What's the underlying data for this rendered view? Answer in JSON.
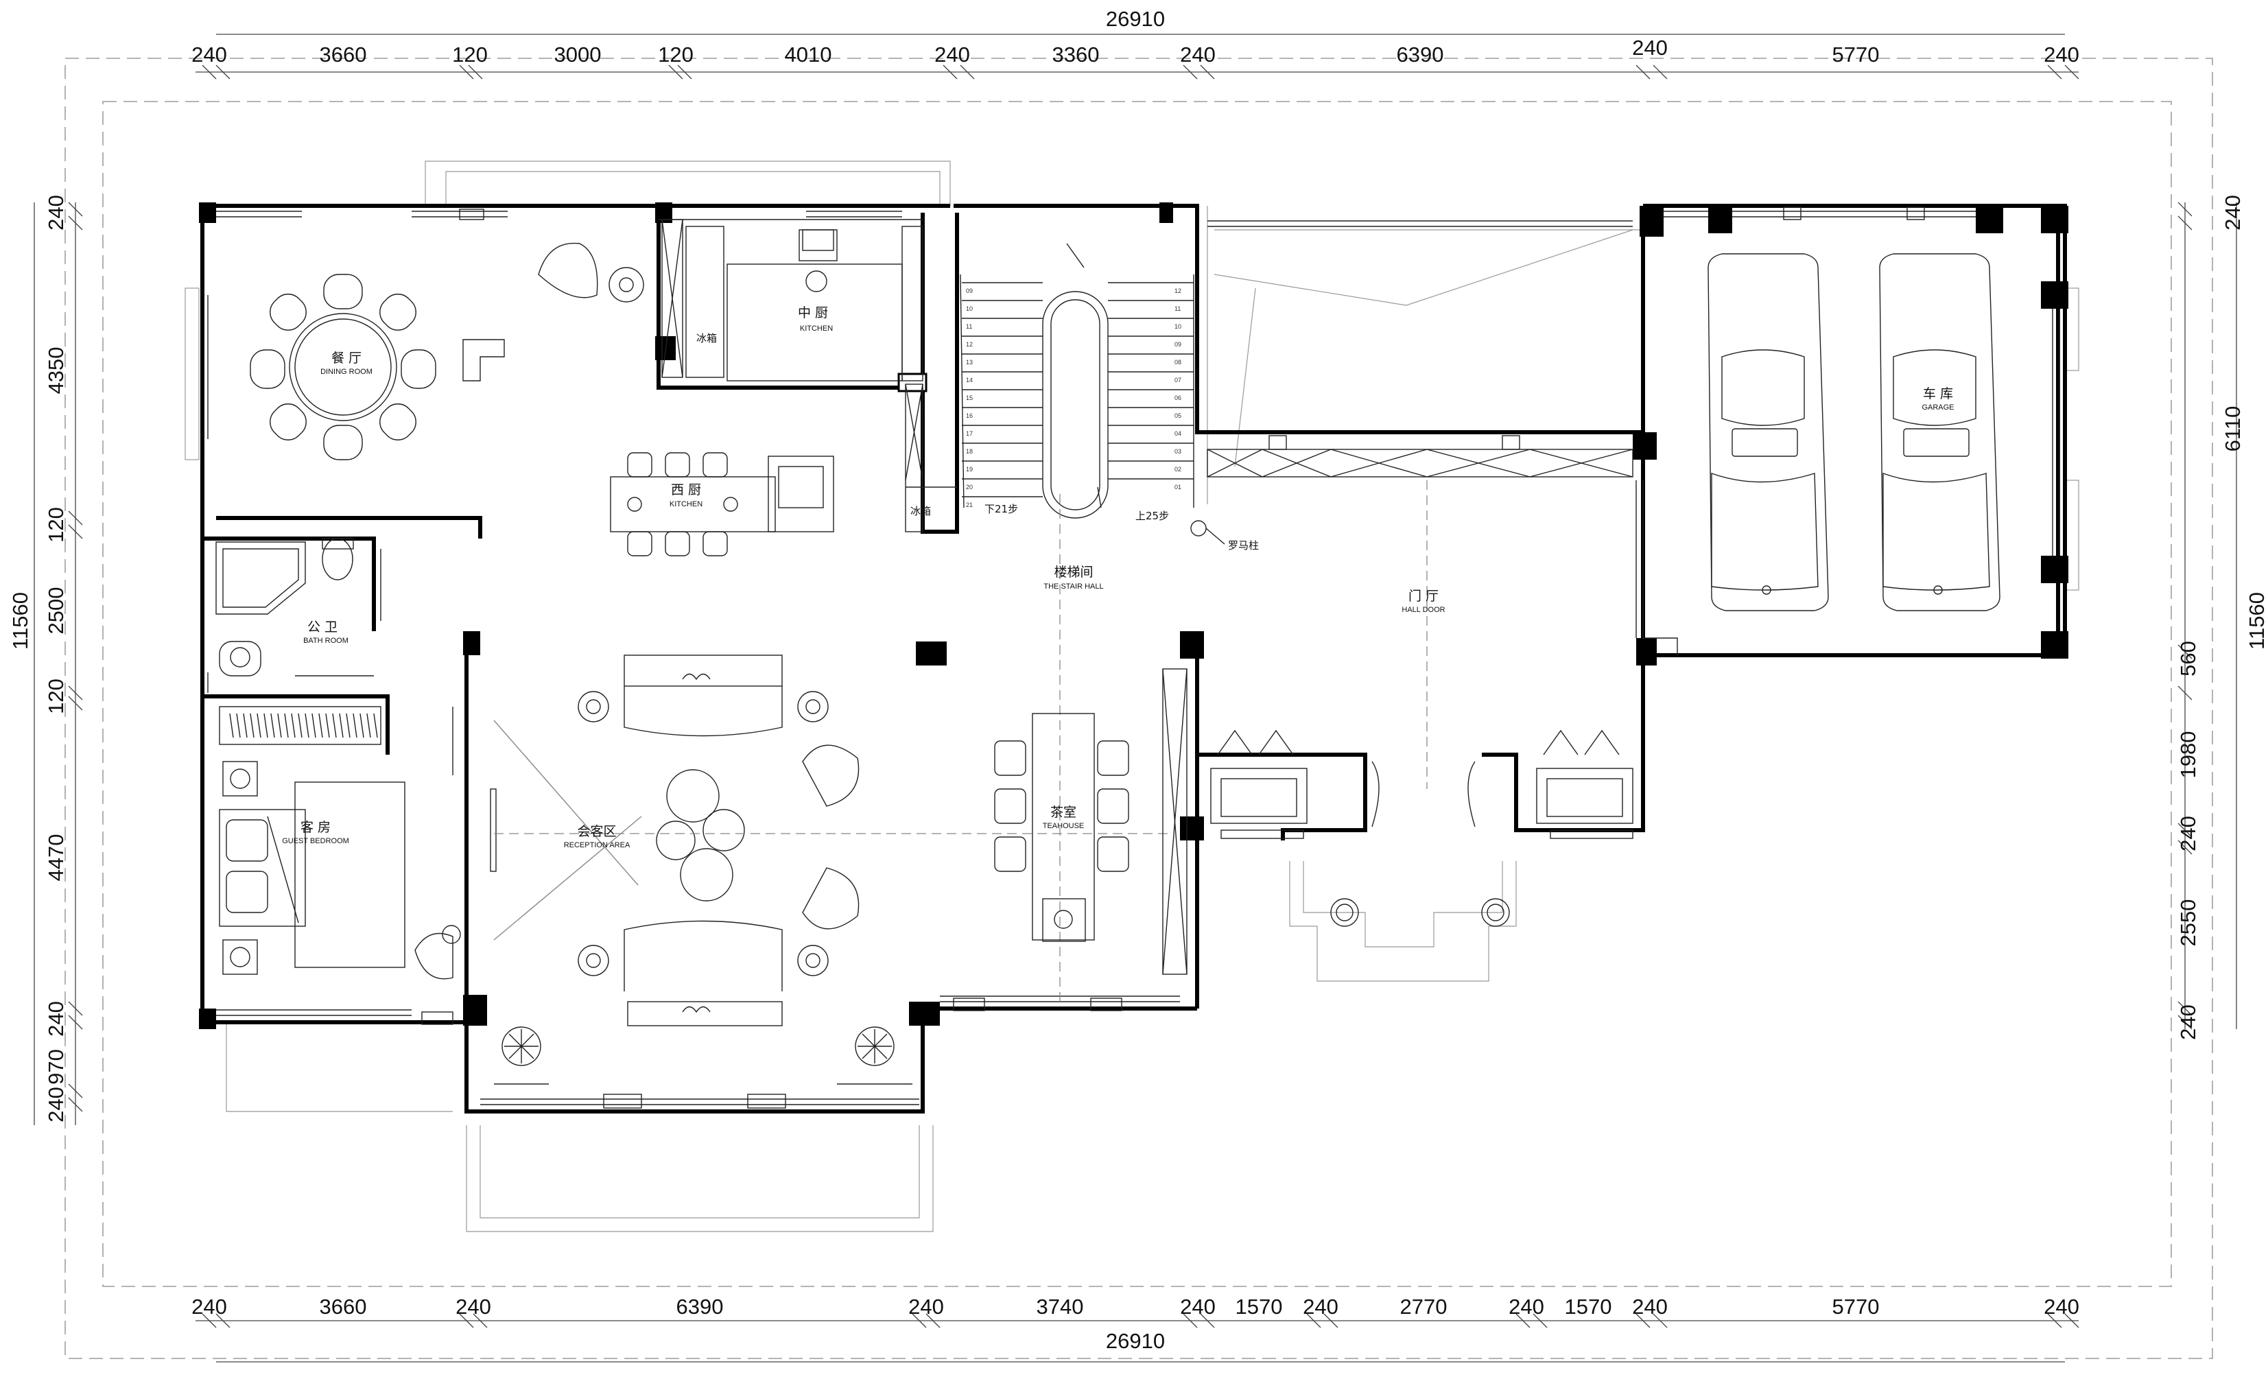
{
  "plan": {
    "dims_top": {
      "total": "26910",
      "segments": [
        "240",
        "3660",
        "120",
        "3000",
        "120",
        "4010",
        "240",
        "3360",
        "240",
        "6390",
        "240",
        "5770",
        "240"
      ]
    },
    "dims_bottom": {
      "total": "26910",
      "segments": [
        "240",
        "3660",
        "240",
        "6390",
        "240",
        "3740",
        "240",
        "1570",
        "240",
        "2770",
        "240",
        "1570",
        "240",
        "5770",
        "240"
      ]
    },
    "dims_left": {
      "total": "11560",
      "segments": [
        "240",
        "4350",
        "120",
        "2500",
        "120",
        "4470",
        "240",
        "970",
        "240"
      ]
    },
    "dims_right": {
      "total": "11560",
      "segments": [
        "240",
        "6110",
        "560",
        "1980",
        "240",
        "2550",
        "240"
      ]
    },
    "rooms": {
      "dining": {
        "cn": "餐 厅",
        "en": "DINING ROOM"
      },
      "kitchen_cn": {
        "cn": "中 厨",
        "en": "KITCHEN"
      },
      "kitchen_west": {
        "cn": "西 厨",
        "en": "KITCHEN"
      },
      "bath": {
        "cn": "公 卫",
        "en": "BATH ROOM"
      },
      "guest": {
        "cn": "客 房",
        "en": "GUEST BEDROOM"
      },
      "reception": {
        "cn": "会客区",
        "en": "RECEPTION AREA"
      },
      "tea": {
        "cn": "茶室",
        "en": "TEAHOUSE"
      },
      "stair": {
        "cn": "楼梯间",
        "en": "THE STAIR HALL"
      },
      "hall": {
        "cn": "门 厅",
        "en": "HALL DOOR"
      },
      "garage": {
        "cn": "车 库",
        "en": "GARAGE"
      }
    },
    "labels": {
      "fridge_1": "冰箱",
      "fridge_2": "冰箱",
      "stairs_down": "下21步",
      "stairs_up": "上25步",
      "roman_column": "罗马柱"
    },
    "stair_numbers_left": [
      "09",
      "10",
      "11",
      "12",
      "13",
      "14",
      "15",
      "16",
      "17",
      "18",
      "19",
      "20",
      "21"
    ],
    "stair_numbers_right": [
      "12",
      "11",
      "10",
      "09",
      "08",
      "07",
      "06",
      "05",
      "04",
      "03",
      "02",
      "01"
    ]
  }
}
